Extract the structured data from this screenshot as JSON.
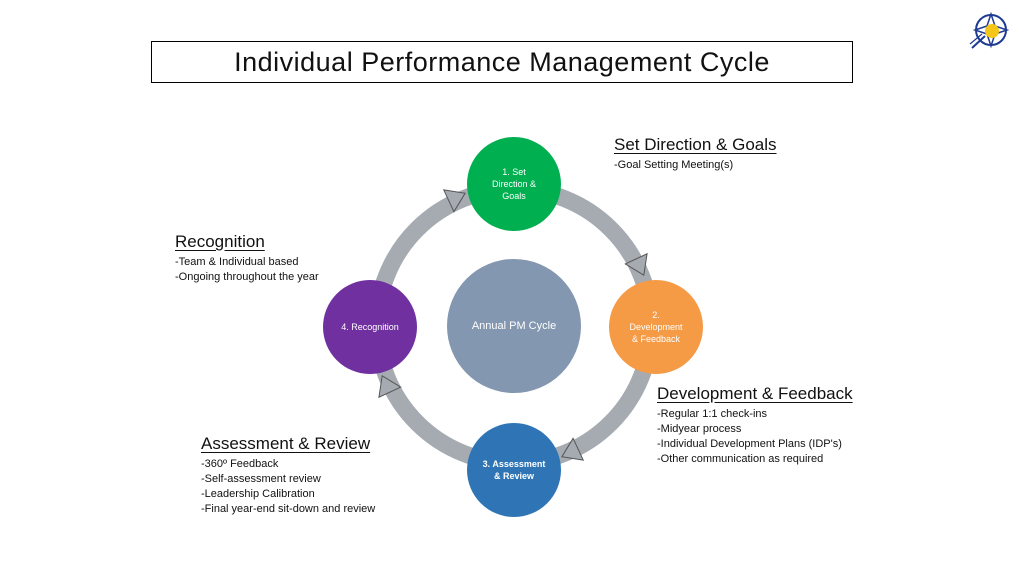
{
  "title": "Individual Performance Management Cycle",
  "center": {
    "label": "Annual PM Cycle",
    "color": "#8497b0"
  },
  "ring_color": "#a6abb2",
  "logo_icon": "compass-globe-logo",
  "nodes": [
    {
      "label_lines": [
        "1. Set",
        "Direction &",
        "Goals"
      ],
      "color": "#00b050"
    },
    {
      "label_lines": [
        "2.",
        "Development",
        "& Feedback"
      ],
      "color": "#f59a45"
    },
    {
      "label_lines": [
        "3. Assessment",
        "& Review"
      ],
      "color": "#2f75b5"
    },
    {
      "label_lines": [
        "4. Recognition"
      ],
      "color": "#7030a0"
    }
  ],
  "blocks": {
    "set_direction": {
      "heading": "Set Direction & Goals",
      "items": [
        "-Goal Setting Meeting(s)"
      ]
    },
    "recognition": {
      "heading": "Recognition",
      "items": [
        "-Team & Individual based",
        "-Ongoing throughout the year"
      ]
    },
    "development": {
      "heading": "Development & Feedback",
      "items": [
        "-Regular 1:1 check-ins",
        "-Midyear process",
        "-Individual Development Plans (IDP's)",
        "-Other communication as required"
      ]
    },
    "assessment": {
      "heading": "Assessment & Review",
      "items": [
        "-360º Feedback",
        "-Self-assessment review",
        "-Leadership Calibration",
        "-Final year-end sit-down and review"
      ]
    }
  }
}
